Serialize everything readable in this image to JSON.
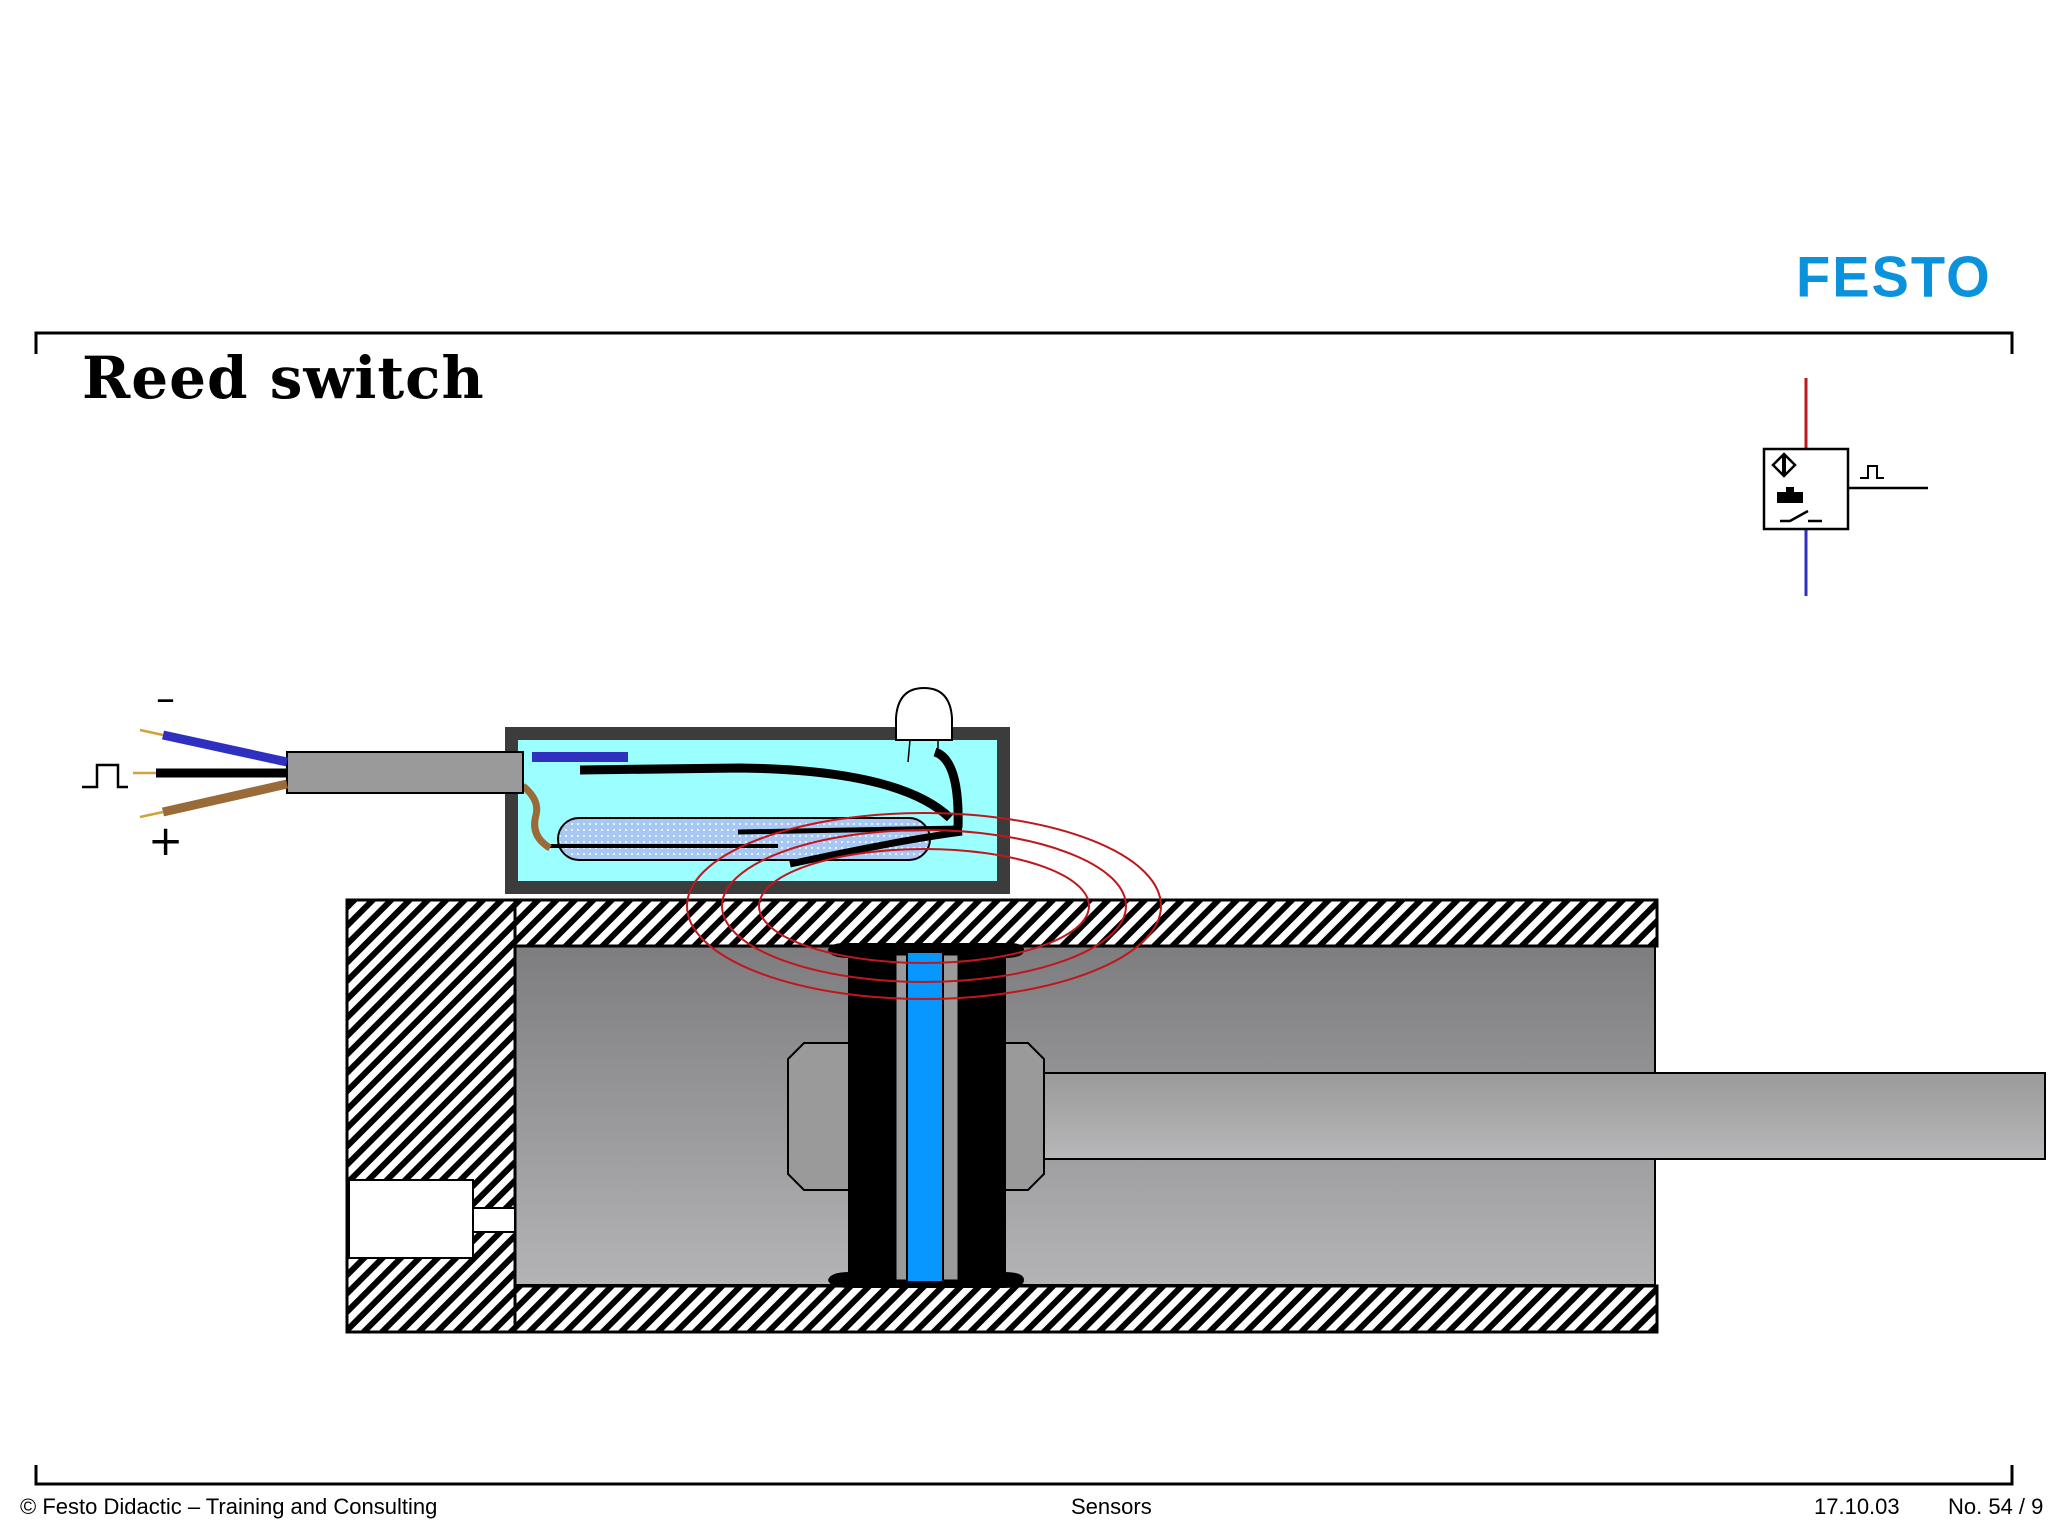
{
  "slide": {
    "title": "Reed switch",
    "logo_text": "FESTO",
    "brand_color": "#0a92dc"
  },
  "footer": {
    "copyright": "© Festo Didactic – Training and Consulting",
    "topic": "Sensors",
    "date": "17.10.03",
    "page": "No. 54 / 9"
  },
  "diagram": {
    "minus_label": "–",
    "plus_label": "+",
    "colors": {
      "magnetic_field": "#c0171d",
      "housing_fill": "#9cffff",
      "wire_blue": "#3030c0",
      "wire_brown": "#9a6a38",
      "magnet": "#0896ff",
      "cylinder_body": "#9a9a9a",
      "piston_rod": "#a8a8a8"
    }
  }
}
